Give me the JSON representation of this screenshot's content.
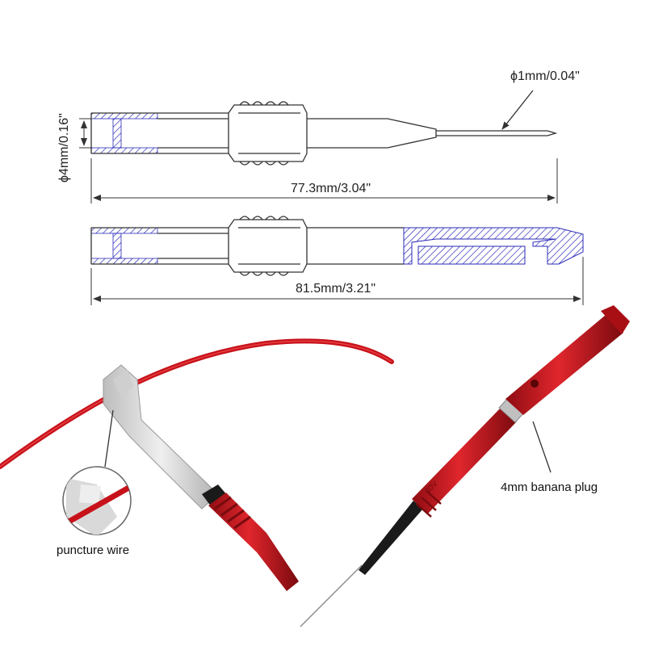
{
  "figure": {
    "needle_diameter_label": "ϕ1mm/0.04\"",
    "body_diameter_label": "ϕ4mm/0.16\"",
    "length_probe_label": "77.3mm/3.04\"",
    "length_piercer_label": "81.5mm/3.21\"",
    "callout_banana_plug": "4mm banana plug",
    "callout_puncture_wire": "puncture wire",
    "probe_marking": "30V"
  },
  "colors": {
    "line": "#333333",
    "hatch": "#2b2bb8",
    "probe_red": "#c8161d",
    "probe_red_dark": "#8e0d12",
    "wire_red": "#c8121a",
    "tip_black": "#1a1a1a",
    "piercer_grey": "#d9d9d9"
  }
}
